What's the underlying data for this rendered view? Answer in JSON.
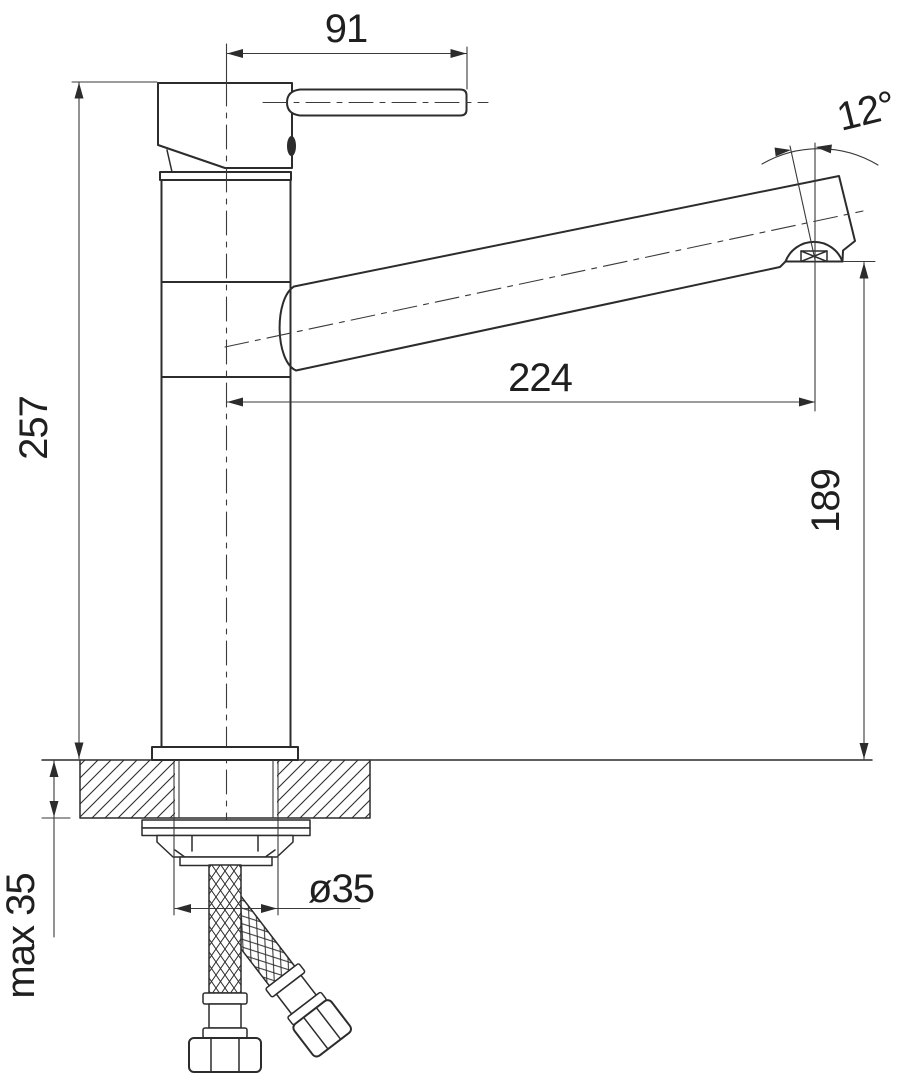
{
  "drawing": {
    "background": "#ffffff",
    "line_color": "#2c2c2c",
    "dimensions": {
      "handle_length": "91",
      "spout_angle": "12°",
      "total_height": "257",
      "spout_reach": "224",
      "spout_outlet_height": "189",
      "max_mounting_thickness": "max 35",
      "mounting_hole_diameter": "ø35"
    }
  }
}
